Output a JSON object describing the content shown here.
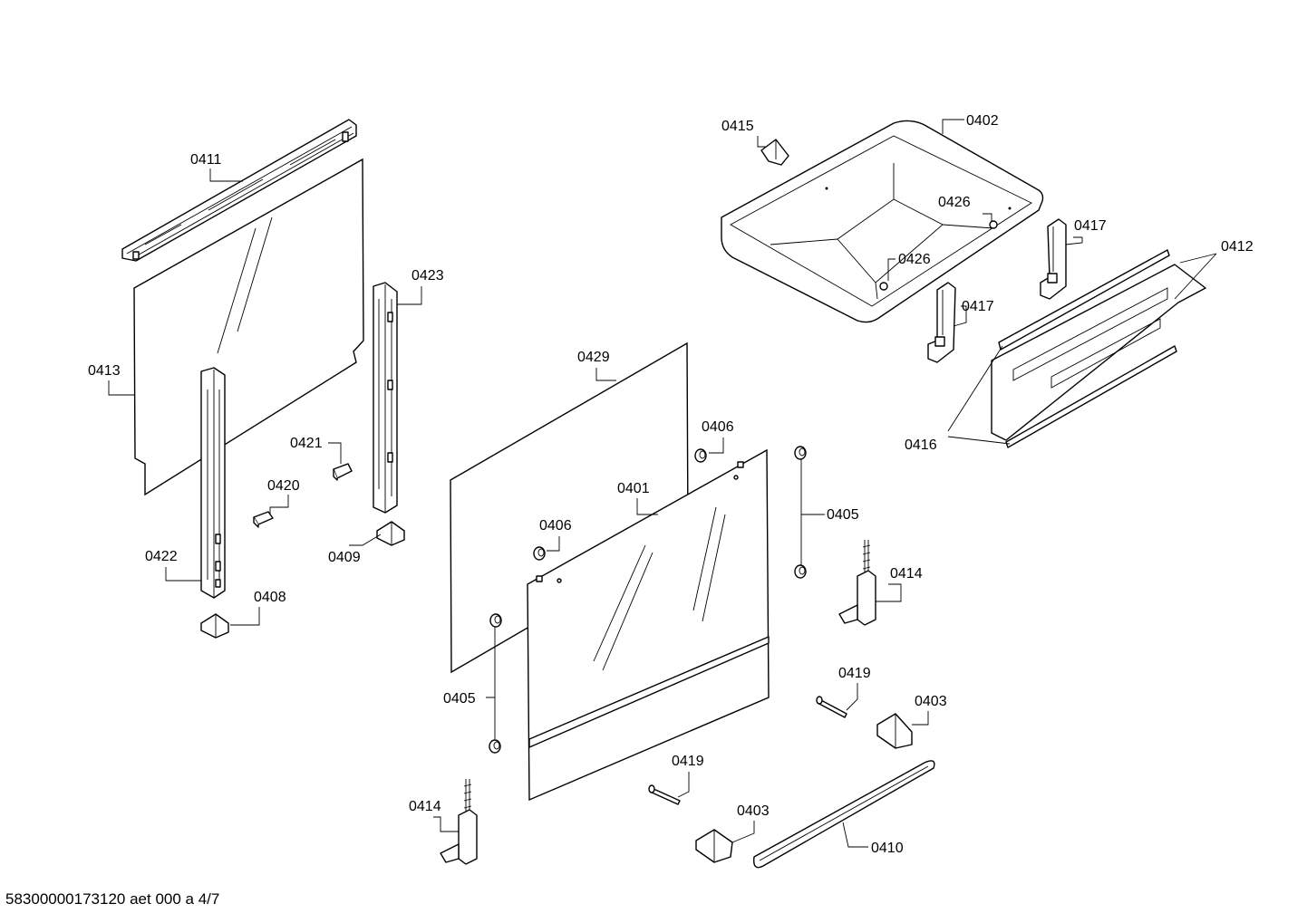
{
  "footer": "58300000173120 aet 000 a 4/7",
  "callouts": {
    "c0411": "0411",
    "c0413": "0413",
    "c0423": "0423",
    "c0421": "0421",
    "c0420": "0420",
    "c0409": "0409",
    "c0422": "0422",
    "c0408": "0408",
    "c0429": "0429",
    "c0406a": "0406",
    "c0401": "0401",
    "c0406b": "0406",
    "c0405a": "0405",
    "c0405b": "0405",
    "c0414a": "0414",
    "c0414b": "0414",
    "c0419a": "0419",
    "c0419b": "0419",
    "c0403a": "0403",
    "c0403b": "0403",
    "c0410": "0410",
    "c0415": "0415",
    "c0402": "0402",
    "c0426a": "0426",
    "c0426b": "0426",
    "c0417a": "0417",
    "c0417b": "0417",
    "c0412": "0412",
    "c0416": "0416"
  }
}
